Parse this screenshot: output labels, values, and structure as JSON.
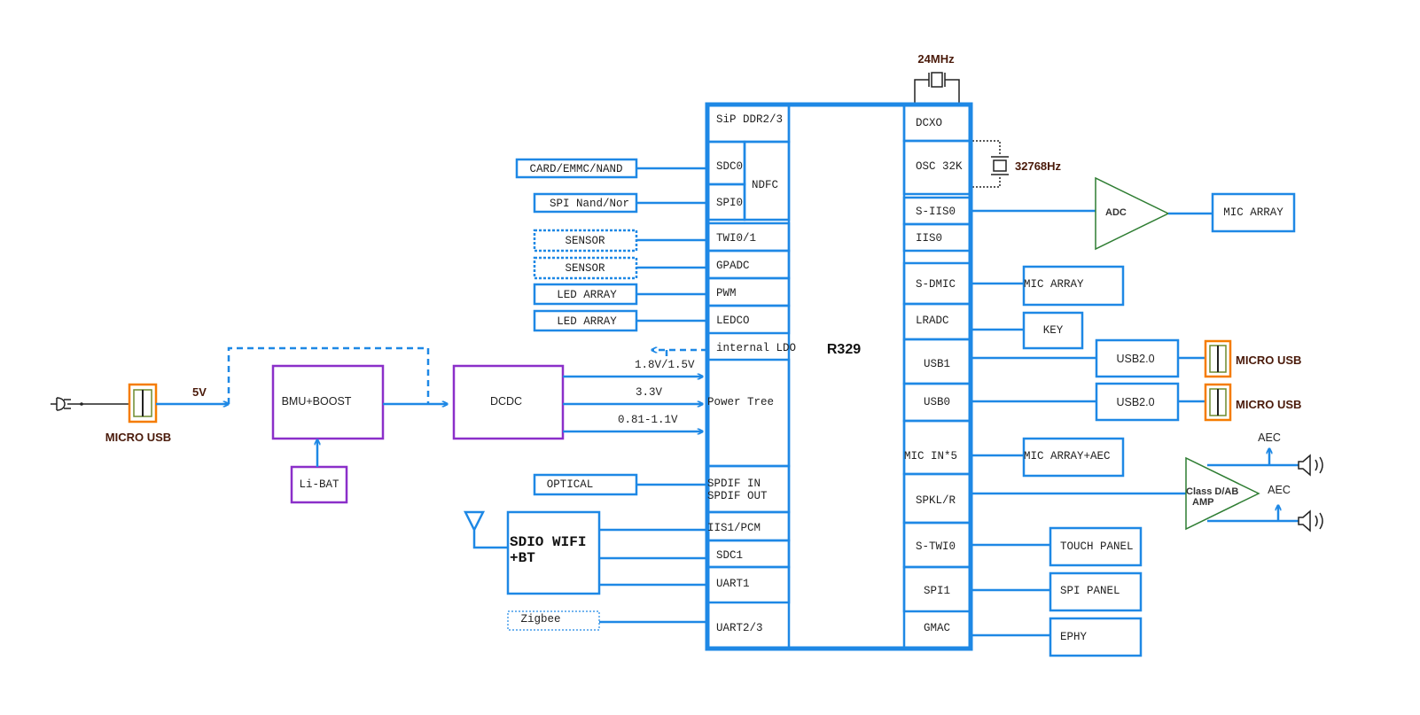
{
  "chip": {
    "name": "R329"
  },
  "clock": {
    "crystal_24": "24MHz",
    "crystal_32": "32768Hz"
  },
  "left_pins": {
    "sip": "SiP DDR2/3",
    "sdc0": "SDC0",
    "spi0": "SPI0",
    "ndfc": "NDFC",
    "twi": "TWI0/1",
    "gpadc": "GPADC",
    "pwm": "PWM",
    "ledc": "LEDCO",
    "ldo": "internal LDO",
    "power_tree": "Power Tree",
    "spdif_in": "SPDIF IN",
    "spdif_out": "SPDIF OUT",
    "iis1": "IIS1/PCM",
    "sdc1": "SDC1",
    "uart1": "UART1",
    "uart23": "UART2/3"
  },
  "right_pins": {
    "dcxo": "DCXO",
    "osc": "OSC 32K",
    "siis0": "S-IIS0",
    "iis0": "IIS0",
    "sdmic": "S-DMIC",
    "lradc": "LRADC",
    "usb1": "USB1",
    "usb0": "USB0",
    "micin": "MIC IN*5",
    "spk": "SPKL/R",
    "stwi": "S-TWI0",
    "spi1": "SPI1",
    "gmac": "GMAC"
  },
  "left_devices": {
    "card": "CARD/EMMC/NAND",
    "spinand": "SPI Nand/Nor",
    "sensor1": "SENSOR",
    "sensor2": "SENSOR",
    "led1": "LED ARRAY",
    "led2": "LED ARRAY",
    "optical": "OPTICAL",
    "wifi_line1": "SDIO WIFI",
    "wifi_line2": "+BT",
    "zigbee": "Zigbee"
  },
  "power": {
    "micro_usb": "MICRO USB",
    "v5": "5V",
    "bmu": "BMU+BOOST",
    "libat": "Li-BAT",
    "dcdc": "DCDC",
    "v1": "1.8V/1.5V",
    "v2": "3.3V",
    "v3": "0.81-1.1V"
  },
  "right_devices": {
    "adc": "ADC",
    "mic_array_1": "MIC ARRAY",
    "mic_array_2": "MIC ARRAY",
    "key": "KEY",
    "usb20_1": "USB2.0",
    "usb20_2": "USB2.0",
    "micro_usb_1": "MICRO USB",
    "micro_usb_2": "MICRO USB",
    "mic_aec": "MIC ARRAY+AEC",
    "amp_line1": "Class D/AB",
    "amp_line2": "AMP",
    "aec1": "AEC",
    "aec2": "AEC",
    "touch": "TOUCH PANEL",
    "spipanel": "SPI PANEL",
    "ephy": "EPHY"
  }
}
